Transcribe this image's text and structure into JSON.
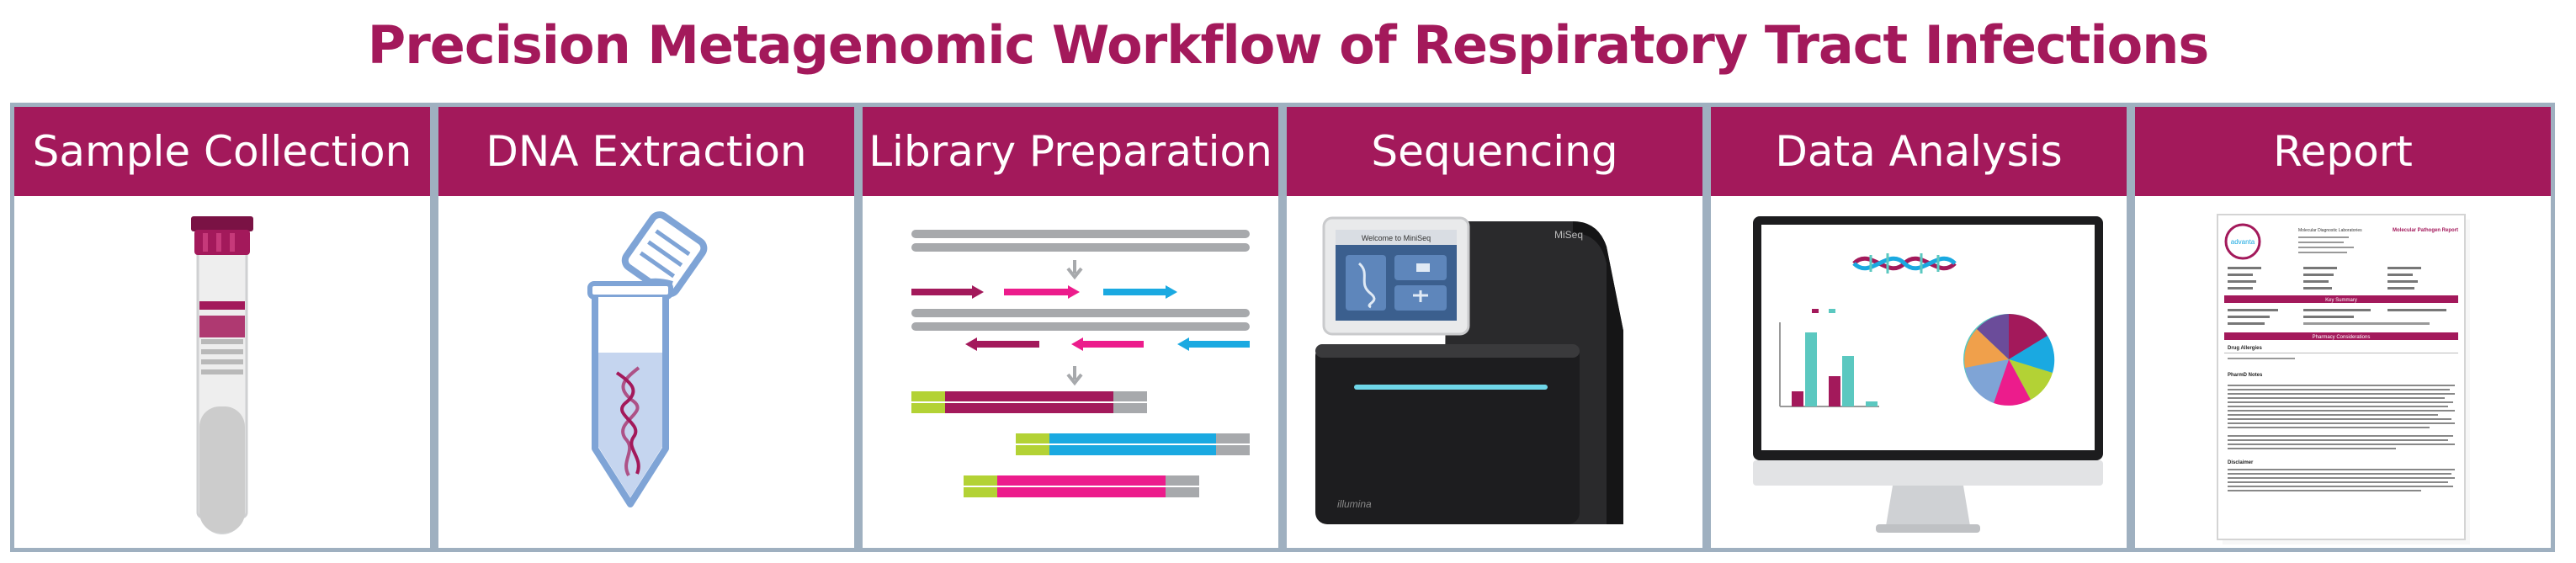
{
  "title": "Precision Metagenomic Workflow of Respiratory Tract Infections",
  "colors": {
    "accent": "#a3195b",
    "border": "#9fb0c0",
    "magenta": "#ec1c8c",
    "cyan": "#1aa9e1",
    "lime": "#b3d235",
    "gray": "#a7a9ac",
    "teal": "#5bc8c0",
    "blue": "#7fa4d6"
  },
  "steps": [
    {
      "label": "Sample Collection",
      "icon": "sample-tube-icon"
    },
    {
      "label": "DNA Extraction",
      "icon": "extraction-tube-icon"
    },
    {
      "label": "Library Preparation",
      "icon": "library-fragments-icon"
    },
    {
      "label": "Sequencing",
      "icon": "sequencer-icon"
    },
    {
      "label": "Data Analysis",
      "icon": "monitor-analysis-icon"
    },
    {
      "label": "Report",
      "icon": "report-document-icon"
    }
  ],
  "sequencer": {
    "model": "MiSeq",
    "screen_text": "Welcome to MiniSeq",
    "brand": "illumina"
  },
  "report": {
    "logo": "advanta",
    "lab": "Molecular Diagnostic Laboratories",
    "title": "Molecular Pathogen Report",
    "summary": "Key Summary",
    "pharmacy": "Pharmacy Considerations",
    "drug_allergies": "Drug Allergies",
    "pharmd": "PharmD Notes",
    "disclaimer": "Disclaimer"
  }
}
